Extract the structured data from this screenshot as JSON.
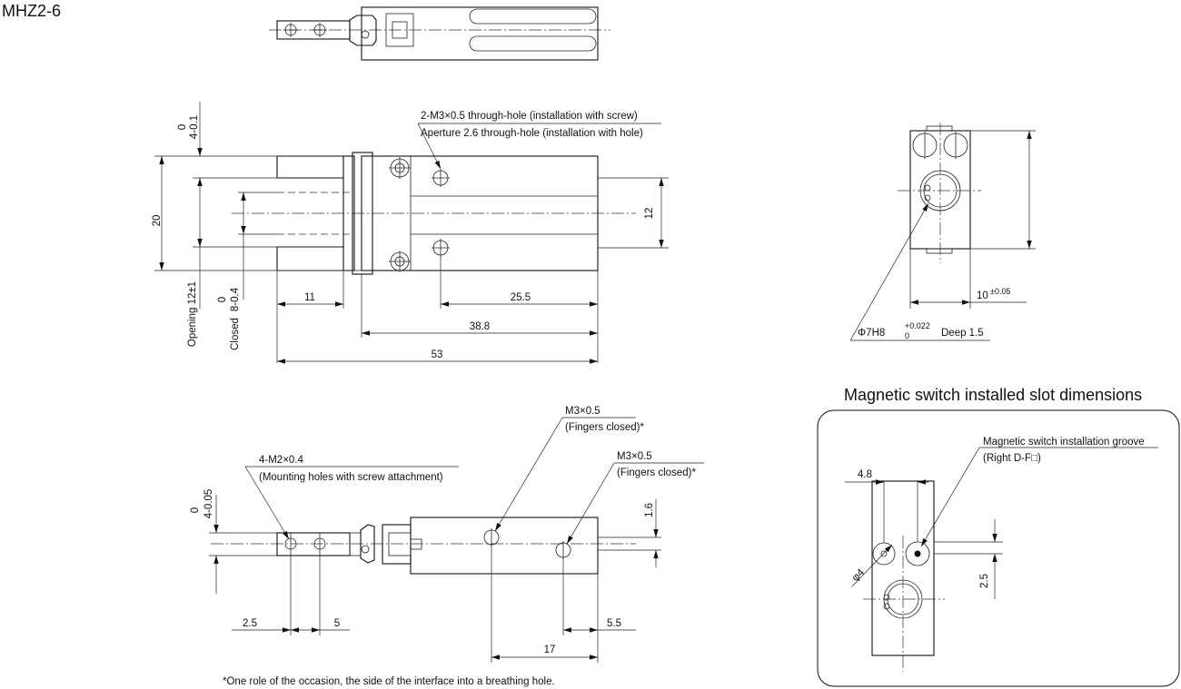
{
  "model": "MHZ2-6",
  "panel_title": "Magnetic switch installed slot dimensions",
  "footnote": "*One role of the occasion, the side of the interface into a breathing hole.",
  "front": {
    "callout_line1": "2-M3×0.5 through-hole (installation with screw)",
    "callout_line2": "Aperture 2.6 through-hole (installation with hole)",
    "tol_top_zero": "0",
    "tol_top_val": "4-0.1",
    "dim_height": "20",
    "dim_opening": "Opening 12±1",
    "dim_closed_zero": "0",
    "dim_closed_val": "8-0.4",
    "dim_closed_label": "Closed",
    "dim_11": "11",
    "dim_25_5": "25.5",
    "dim_38_8": "38.8",
    "dim_53": "53",
    "dim_12": "12"
  },
  "side": {
    "dim_10": "10",
    "dim_10_tol": "±0.05",
    "bore_main": "Φ7H8",
    "bore_tol_up": "+0.022",
    "bore_tol_dn": "0",
    "bore_deep": "Deep 1.5"
  },
  "bottom": {
    "mount_line1": "4-M2×0.4",
    "mount_line2": "(Mounting holes with screw attachment)",
    "port1_line1": "M3×0.5",
    "port1_line2": "(Fingers closed)*",
    "port2_line1": "M3×0.5",
    "port2_line2": "(Fingers closed)*",
    "tol_zero": "0",
    "tol_val": "4-0.05",
    "dim_2_5": "2.5",
    "dim_5": "5",
    "dim_5_5": "5.5",
    "dim_17": "17",
    "dim_1_6": "1.6"
  },
  "slot": {
    "groove_line1": "Magnetic switch installation groove",
    "groove_line2": "(Right D-F□)",
    "dim_4_8": "4.8",
    "dim_phi4": "φ4",
    "dim_2_5": "2.5"
  }
}
